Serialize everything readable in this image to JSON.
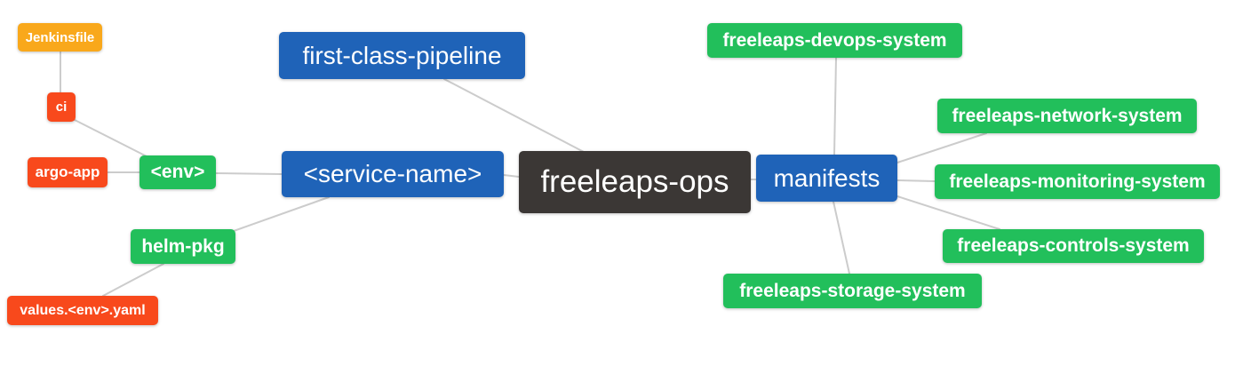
{
  "diagram": {
    "type": "mindmap",
    "root": "freeleaps-ops",
    "background": "#ffffff"
  },
  "palette": {
    "orange": "#F9A81B",
    "red": "#F8491C",
    "green": "#22BF5B",
    "blue": "#1F63B8",
    "dark": "#3B3735",
    "edge": "#CCCCCC",
    "text": "#FFFFFF",
    "background": "#FFFFFF"
  },
  "nodes": [
    {
      "id": "jenkinsfile",
      "label": "Jenkinsfile",
      "color": "orange"
    },
    {
      "id": "ci",
      "label": "ci",
      "color": "red"
    },
    {
      "id": "argo-app",
      "label": "argo-app",
      "color": "red"
    },
    {
      "id": "env",
      "label": "<env>",
      "color": "green"
    },
    {
      "id": "helm-pkg",
      "label": "helm-pkg",
      "color": "green"
    },
    {
      "id": "values-env-yaml",
      "label": "values.<env>.yaml",
      "color": "red"
    },
    {
      "id": "first-class-pipeline",
      "label": "first-class-pipeline",
      "color": "blue"
    },
    {
      "id": "service-name",
      "label": "<service-name>",
      "color": "blue"
    },
    {
      "id": "freeleaps-ops",
      "label": "freeleaps-ops",
      "color": "dark"
    },
    {
      "id": "manifests",
      "label": "manifests",
      "color": "blue"
    },
    {
      "id": "freeleaps-devops-system",
      "label": "freeleaps-devops-system",
      "color": "green"
    },
    {
      "id": "freeleaps-network-system",
      "label": "freeleaps-network-system",
      "color": "green"
    },
    {
      "id": "freeleaps-monitoring-system",
      "label": "freeleaps-monitoring-system",
      "color": "green"
    },
    {
      "id": "freeleaps-controls-system",
      "label": "freeleaps-controls-system",
      "color": "green"
    },
    {
      "id": "freeleaps-storage-system",
      "label": "freeleaps-storage-system",
      "color": "green"
    }
  ],
  "edges": [
    {
      "from": "jenkinsfile",
      "to": "ci"
    },
    {
      "from": "ci",
      "to": "env"
    },
    {
      "from": "argo-app",
      "to": "env"
    },
    {
      "from": "env",
      "to": "service-name"
    },
    {
      "from": "helm-pkg",
      "to": "service-name"
    },
    {
      "from": "values-env-yaml",
      "to": "helm-pkg"
    },
    {
      "from": "first-class-pipeline",
      "to": "freeleaps-ops"
    },
    {
      "from": "service-name",
      "to": "freeleaps-ops"
    },
    {
      "from": "freeleaps-ops",
      "to": "manifests"
    },
    {
      "from": "manifests",
      "to": "freeleaps-devops-system"
    },
    {
      "from": "manifests",
      "to": "freeleaps-network-system"
    },
    {
      "from": "manifests",
      "to": "freeleaps-monitoring-system"
    },
    {
      "from": "manifests",
      "to": "freeleaps-controls-system"
    },
    {
      "from": "manifests",
      "to": "freeleaps-storage-system"
    }
  ]
}
